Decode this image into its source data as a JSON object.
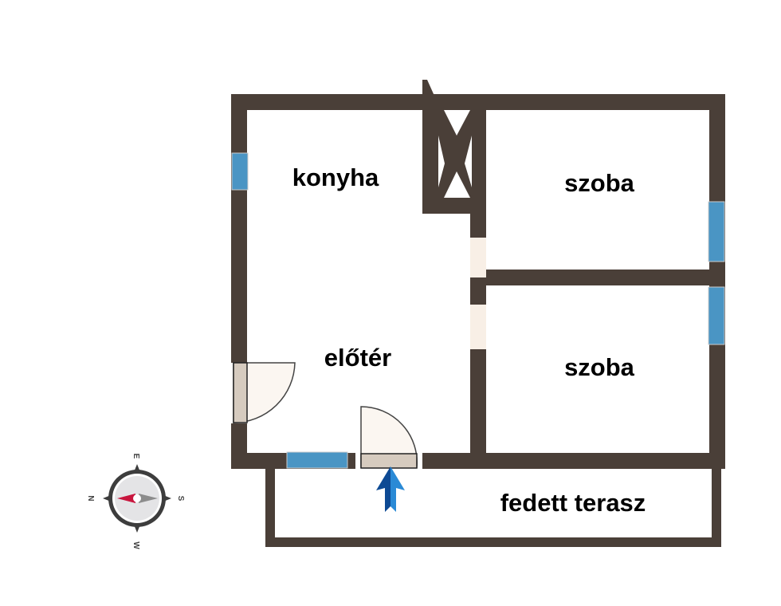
{
  "rooms": {
    "kitchen": "konyha",
    "room_top": "szoba",
    "room_bottom": "szoba",
    "hall": "előtér",
    "terrace": "fedett terasz"
  },
  "compass": {
    "north": "N",
    "east": "E",
    "south": "S",
    "west": "W"
  },
  "colors": {
    "wall": "#4a3f38",
    "window": "#4a95c4",
    "door": "#d6cbbf",
    "opening": "#f8efe6",
    "arrow": "#1565b0",
    "needle": "#c8163e"
  }
}
